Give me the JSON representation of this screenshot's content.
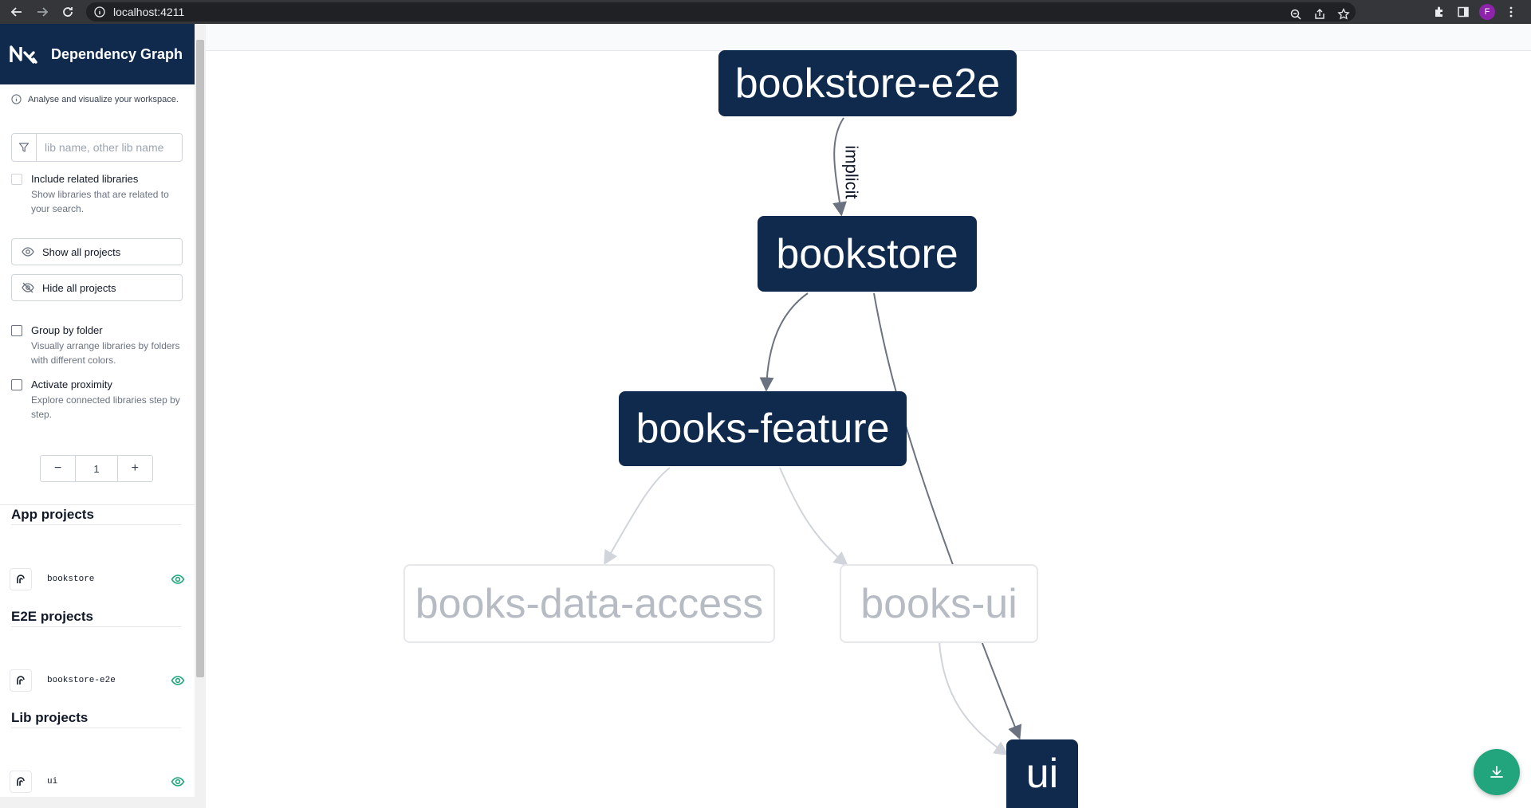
{
  "browser": {
    "url": "localhost:4211",
    "profile_initial": "F",
    "profile_color": "#8e24aa"
  },
  "sidebar": {
    "title": "Dependency Graph",
    "description": "Analyse and visualize your workspace.",
    "search_placeholder": "lib name, other lib name",
    "include_related": {
      "label": "Include related libraries",
      "help": "Show libraries that are related to your search."
    },
    "show_all": "Show all projects",
    "hide_all": "Hide all projects",
    "group_by_folder": {
      "label": "Group by folder",
      "help": "Visually arrange libraries by folders with different colors."
    },
    "proximity": {
      "label": "Activate proximity",
      "help": "Explore connected libraries step by step.",
      "value": "1",
      "minus": "−",
      "plus": "+"
    },
    "sections": [
      {
        "title": "App projects",
        "projects": [
          {
            "name": "bookstore",
            "visible": true
          }
        ]
      },
      {
        "title": "E2E projects",
        "projects": [
          {
            "name": "bookstore-e2e",
            "visible": true
          }
        ]
      },
      {
        "title": "Lib projects",
        "projects": [
          {
            "name": "ui",
            "visible": true
          }
        ]
      }
    ]
  },
  "graph": {
    "nodes": [
      {
        "id": "bookstore-e2e",
        "label": "bookstore-e2e",
        "style": "dark"
      },
      {
        "id": "bookstore",
        "label": "bookstore",
        "style": "dark"
      },
      {
        "id": "books-feature",
        "label": "books-feature",
        "style": "dark"
      },
      {
        "id": "books-data-access",
        "label": "books-data-access",
        "style": "muted"
      },
      {
        "id": "books-ui",
        "label": "books-ui",
        "style": "muted"
      },
      {
        "id": "ui",
        "label": "ui",
        "style": "dark"
      }
    ],
    "edges": [
      {
        "from": "bookstore-e2e",
        "to": "bookstore",
        "label": "implicit"
      },
      {
        "from": "bookstore",
        "to": "books-feature"
      },
      {
        "from": "bookstore",
        "to": "ui"
      },
      {
        "from": "books-feature",
        "to": "books-data-access"
      },
      {
        "from": "books-feature",
        "to": "books-ui"
      },
      {
        "from": "books-ui",
        "to": "ui"
      }
    ],
    "colors": {
      "node": "#0f2a4d",
      "edge": "#6b7280",
      "muted_edge": "#d1d5db",
      "accent": "#22a57c"
    }
  }
}
